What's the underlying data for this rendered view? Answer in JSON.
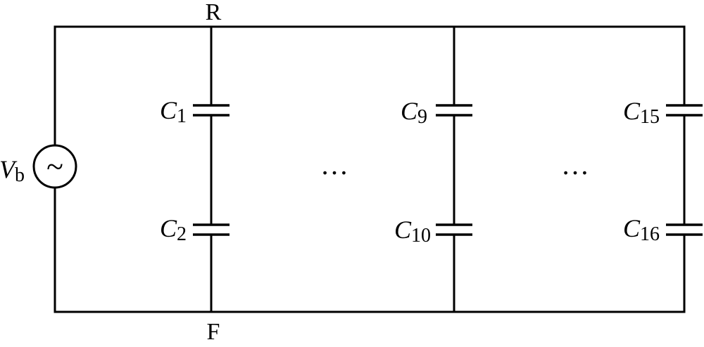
{
  "nodes": {
    "top": "R",
    "bottom": "F"
  },
  "source": {
    "symbol": "V",
    "subscript": "b",
    "glyph": "~",
    "icon": "ac-source-icon"
  },
  "capacitors": [
    {
      "symbol": "C",
      "subscript": "1"
    },
    {
      "symbol": "C",
      "subscript": "2"
    },
    {
      "symbol": "C",
      "subscript": "9"
    },
    {
      "symbol": "C",
      "subscript": "10"
    },
    {
      "symbol": "C",
      "subscript": "15"
    },
    {
      "symbol": "C",
      "subscript": "16"
    }
  ],
  "ellipsis": [
    "…",
    "…"
  ],
  "colors": {
    "stroke": "#000000",
    "background": "#ffffff"
  }
}
